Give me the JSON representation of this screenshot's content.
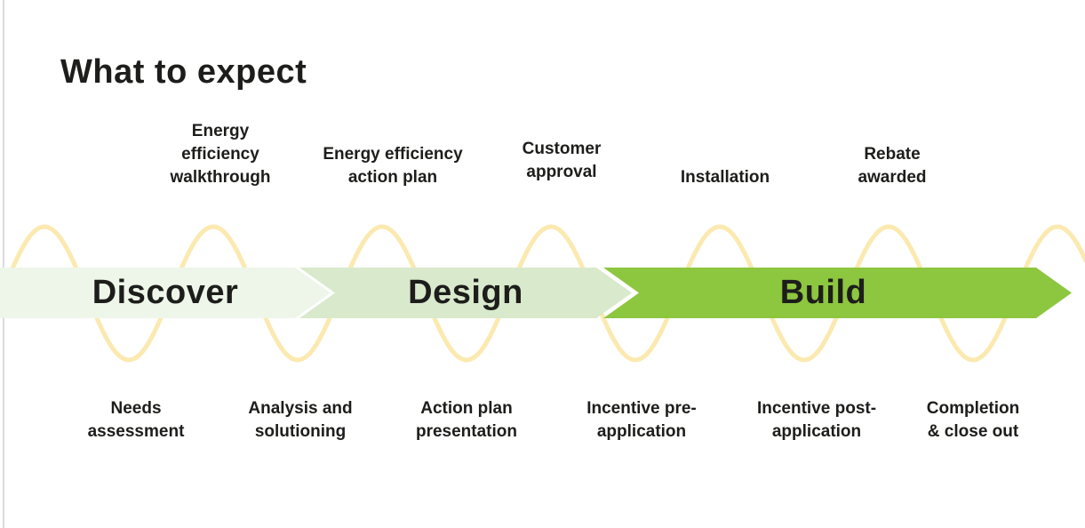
{
  "title": "What to expect",
  "phases": [
    {
      "name": "Discover",
      "color": "#eef6e9"
    },
    {
      "name": "Design",
      "color": "#d9e9cc"
    },
    {
      "name": "Build",
      "color": "#8dc63f"
    }
  ],
  "milestones_top": [
    {
      "lines": [
        "Energy",
        "efficiency",
        "walkthrough"
      ]
    },
    {
      "lines": [
        "Energy efficiency",
        "action plan"
      ]
    },
    {
      "lines": [
        "Customer",
        "approval"
      ]
    },
    {
      "lines": [
        "Installation"
      ]
    },
    {
      "lines": [
        "Rebate",
        "awarded"
      ]
    }
  ],
  "milestones_bottom": [
    {
      "lines": [
        "Needs",
        "assessment"
      ]
    },
    {
      "lines": [
        "Analysis and",
        "solutioning"
      ]
    },
    {
      "lines": [
        "Action plan",
        "presentation"
      ]
    },
    {
      "lines": [
        "Incentive pre-",
        "application"
      ]
    },
    {
      "lines": [
        "Incentive post-",
        "application"
      ]
    },
    {
      "lines": [
        "Completion",
        "& close out"
      ]
    }
  ],
  "colors": {
    "background": "#ffffff",
    "text": "#1d1d1b",
    "wave": "#fbe9b0",
    "left_rule": "#dcdcdc"
  }
}
